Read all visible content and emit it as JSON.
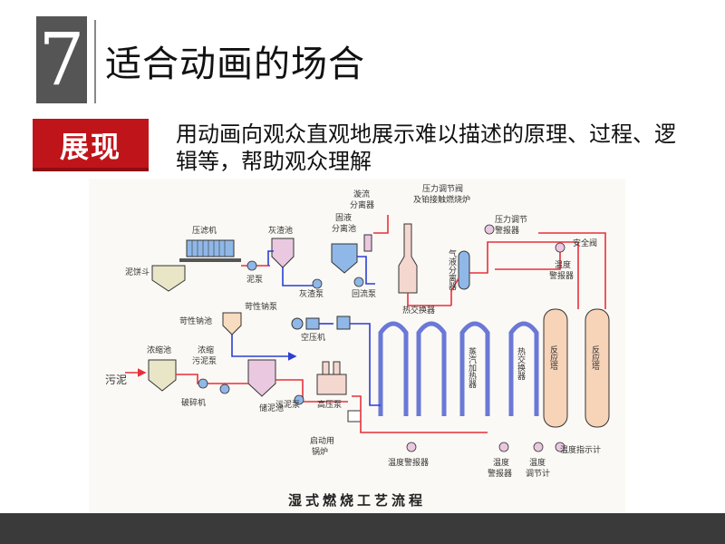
{
  "slide": {
    "number": "7",
    "title": "适合动画的场合",
    "badge": "展现",
    "description": "用动画向观众直观地展示难以描述的原理、过程、逻辑等，帮助观众理解"
  },
  "diagram": {
    "caption": "湿式燃烧工艺流程",
    "labels": {
      "filter_press": "压滤机",
      "ash_pool": "灰渣池",
      "solid_liquid": "固液",
      "separating_pool": "分离池",
      "cyclone": "漩流",
      "separator": "分离器",
      "pressure_valve": "压力调节阀",
      "catalytic_furnace": "及铂接触燃烧炉",
      "pressure_alarm": "压力调节",
      "alarm": "警报器",
      "safety_valve": "安全阀",
      "gas_liquid_separator": "气液分离器",
      "mud_bucket": "泥饼斗",
      "mud_pump": "泥泵",
      "ash_pump": "灰渣泵",
      "return_pump": "回流泵",
      "caustic_pump": "苛性钠泵",
      "caustic_pool": "苛性钠池",
      "heat_exchanger_top": "热交换器",
      "compressor": "空压机",
      "temp_alarm_top": "温度",
      "temp_alarm_top2": "警报器",
      "thickener": "浓缩池",
      "thick_mud_pump": "浓缩",
      "thick_mud_pump2": "污泥泵",
      "sludge_in": "污泥",
      "crusher": "破碎机",
      "storage_pool": "储泥池",
      "sludge_pump": "污泥泵",
      "hp_pump": "高压泵",
      "startup_boiler": "启动用",
      "startup_boiler2": "锅炉",
      "steam_heater": "蒸汽加热器",
      "heat_exchanger": "热交换器",
      "reactor1": "反应塔",
      "reactor2": "反应塔",
      "temp_alarm_bottom": "温度警报器",
      "temp_alarm_b": "温度",
      "temp_alarm_b2": "警报器",
      "temp_reg": "温度",
      "temp_reg2": "调节计",
      "temp_indicator": "温度指示计"
    }
  },
  "colors": {
    "number_box": "#555555",
    "badge": "#c0141b",
    "footer": "#3a3a3a",
    "pipe_red": "#e8303a",
    "pipe_blue": "#2a3fd4"
  }
}
